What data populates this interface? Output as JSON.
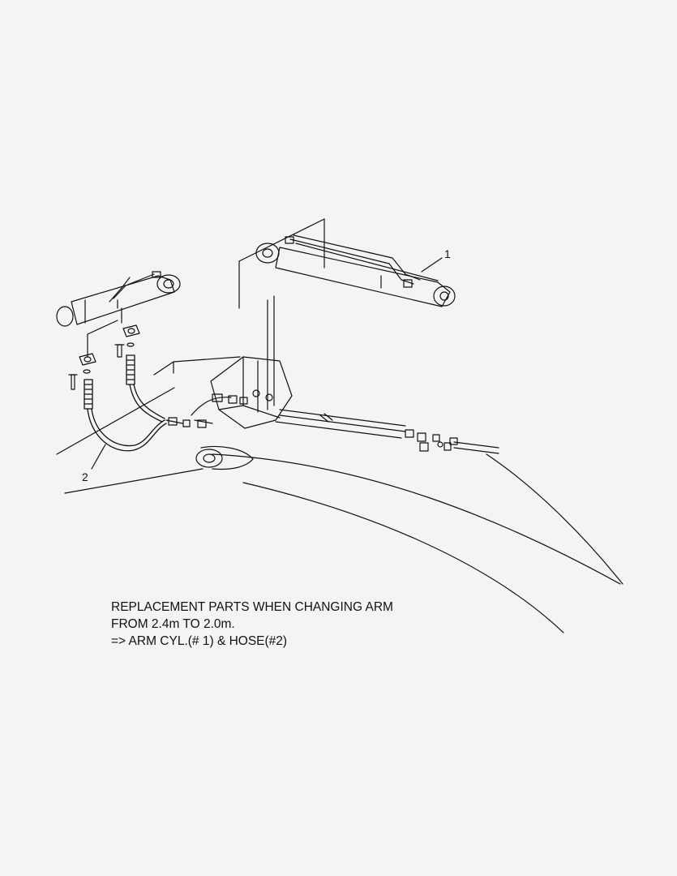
{
  "callouts": {
    "arm_cylinder": "1",
    "hose": "2"
  },
  "note": {
    "line1": "REPLACEMENT PARTS WHEN CHANGING ARM",
    "line2": "FROM 2.4m TO 2.0m.",
    "line3": "=> ARM CYL.(# 1) & HOSE(#2)"
  },
  "colors": {
    "background": "#f4f4f4",
    "ink": "#111111"
  }
}
